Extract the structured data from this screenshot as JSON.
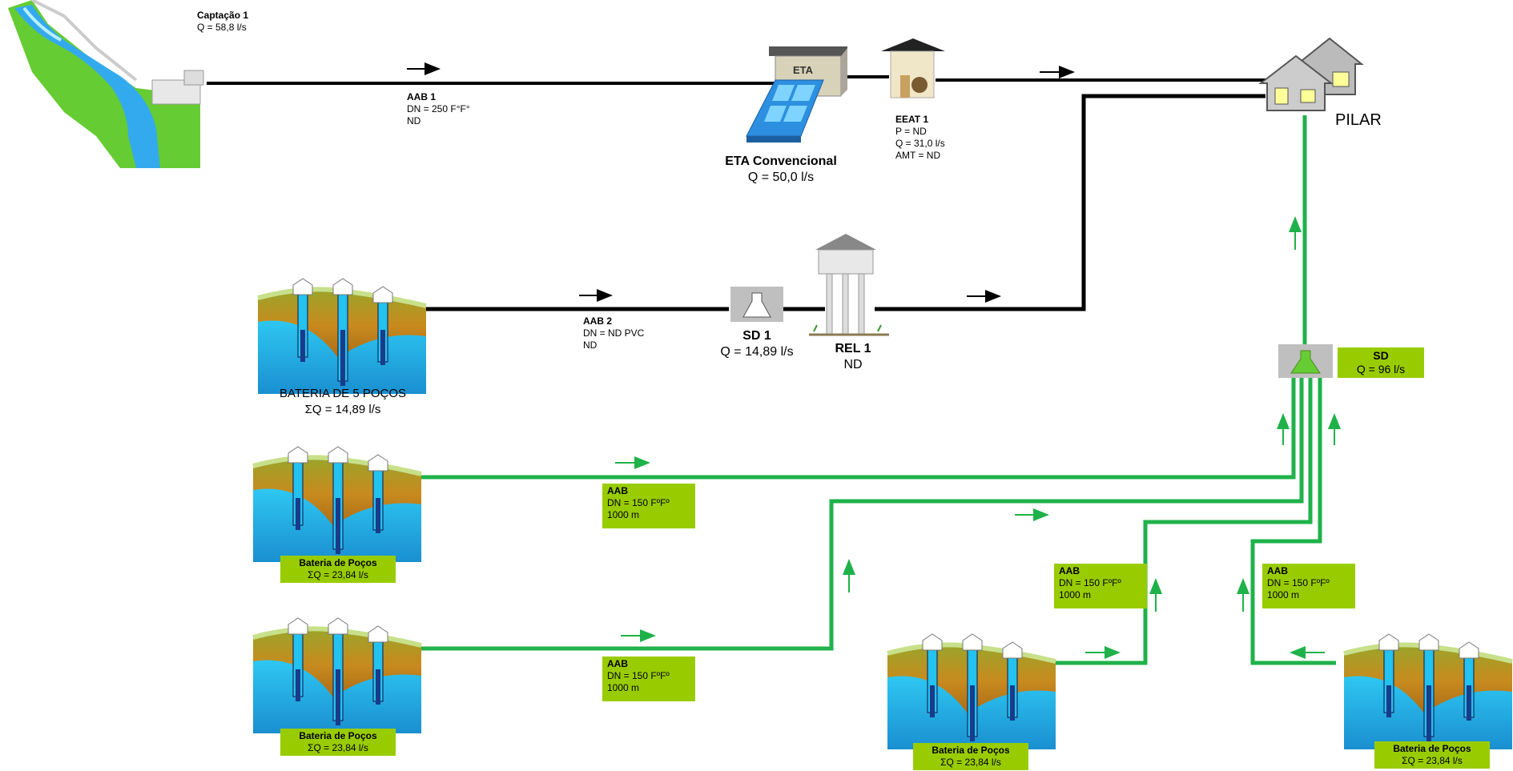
{
  "captacao": {
    "title": "Captação 1",
    "flow": "Q = 58,8 l/s"
  },
  "aab1": {
    "title": "AAB 1",
    "dn": "DN = 250 F°F°",
    "len": "ND"
  },
  "eta": {
    "icon_text": "ETA",
    "title": "ETA Convencional",
    "flow": "Q = 50,0 l/s"
  },
  "eeat1": {
    "title": "EEAT 1",
    "p": "P = ND",
    "q": "Q = 31,0 l/s",
    "amt": "AMT = ND"
  },
  "pilar": {
    "title": "PILAR"
  },
  "aab2": {
    "title": "AAB 2",
    "dn": "DN = ND PVC",
    "len": "ND"
  },
  "sd1": {
    "title": "SD 1",
    "flow": "Q = 14,89 l/s"
  },
  "rel1": {
    "title": "REL 1",
    "value": "ND"
  },
  "bateria5": {
    "title": "BATERIA DE 5 POÇOS",
    "flow": "ΣQ = 14,89 l/s"
  },
  "sd": {
    "title": "SD",
    "flow": "Q = 96 l/s"
  },
  "aab_boxes": [
    {
      "title": "AAB",
      "dn": "DN = 150 FºFº",
      "len": "1000 m"
    },
    {
      "title": "AAB",
      "dn": "DN = 150 FºFº",
      "len": "1000 m"
    },
    {
      "title": "AAB",
      "dn": "DN = 150 FºFº",
      "len": "1000 m"
    },
    {
      "title": "AAB",
      "dn": "DN = 150 FºFº",
      "len": "1000 m"
    }
  ],
  "baterias": [
    {
      "title": "Bateria de Poços",
      "flow": "ΣQ = 23,84 l/s"
    },
    {
      "title": "Bateria de Poços",
      "flow": "ΣQ = 23,84 l/s"
    },
    {
      "title": "Bateria de Poços",
      "flow": "ΣQ = 23,84 l/s"
    },
    {
      "title": "Bateria de Poços",
      "flow": "ΣQ = 23,84 l/s"
    }
  ],
  "colors": {
    "pipe_black": "#000000",
    "pipe_green": "#1fb24a",
    "label_green": "#99cc00",
    "water": "#33ccff",
    "ground": "#b8860b",
    "grass": "#66cc33"
  }
}
